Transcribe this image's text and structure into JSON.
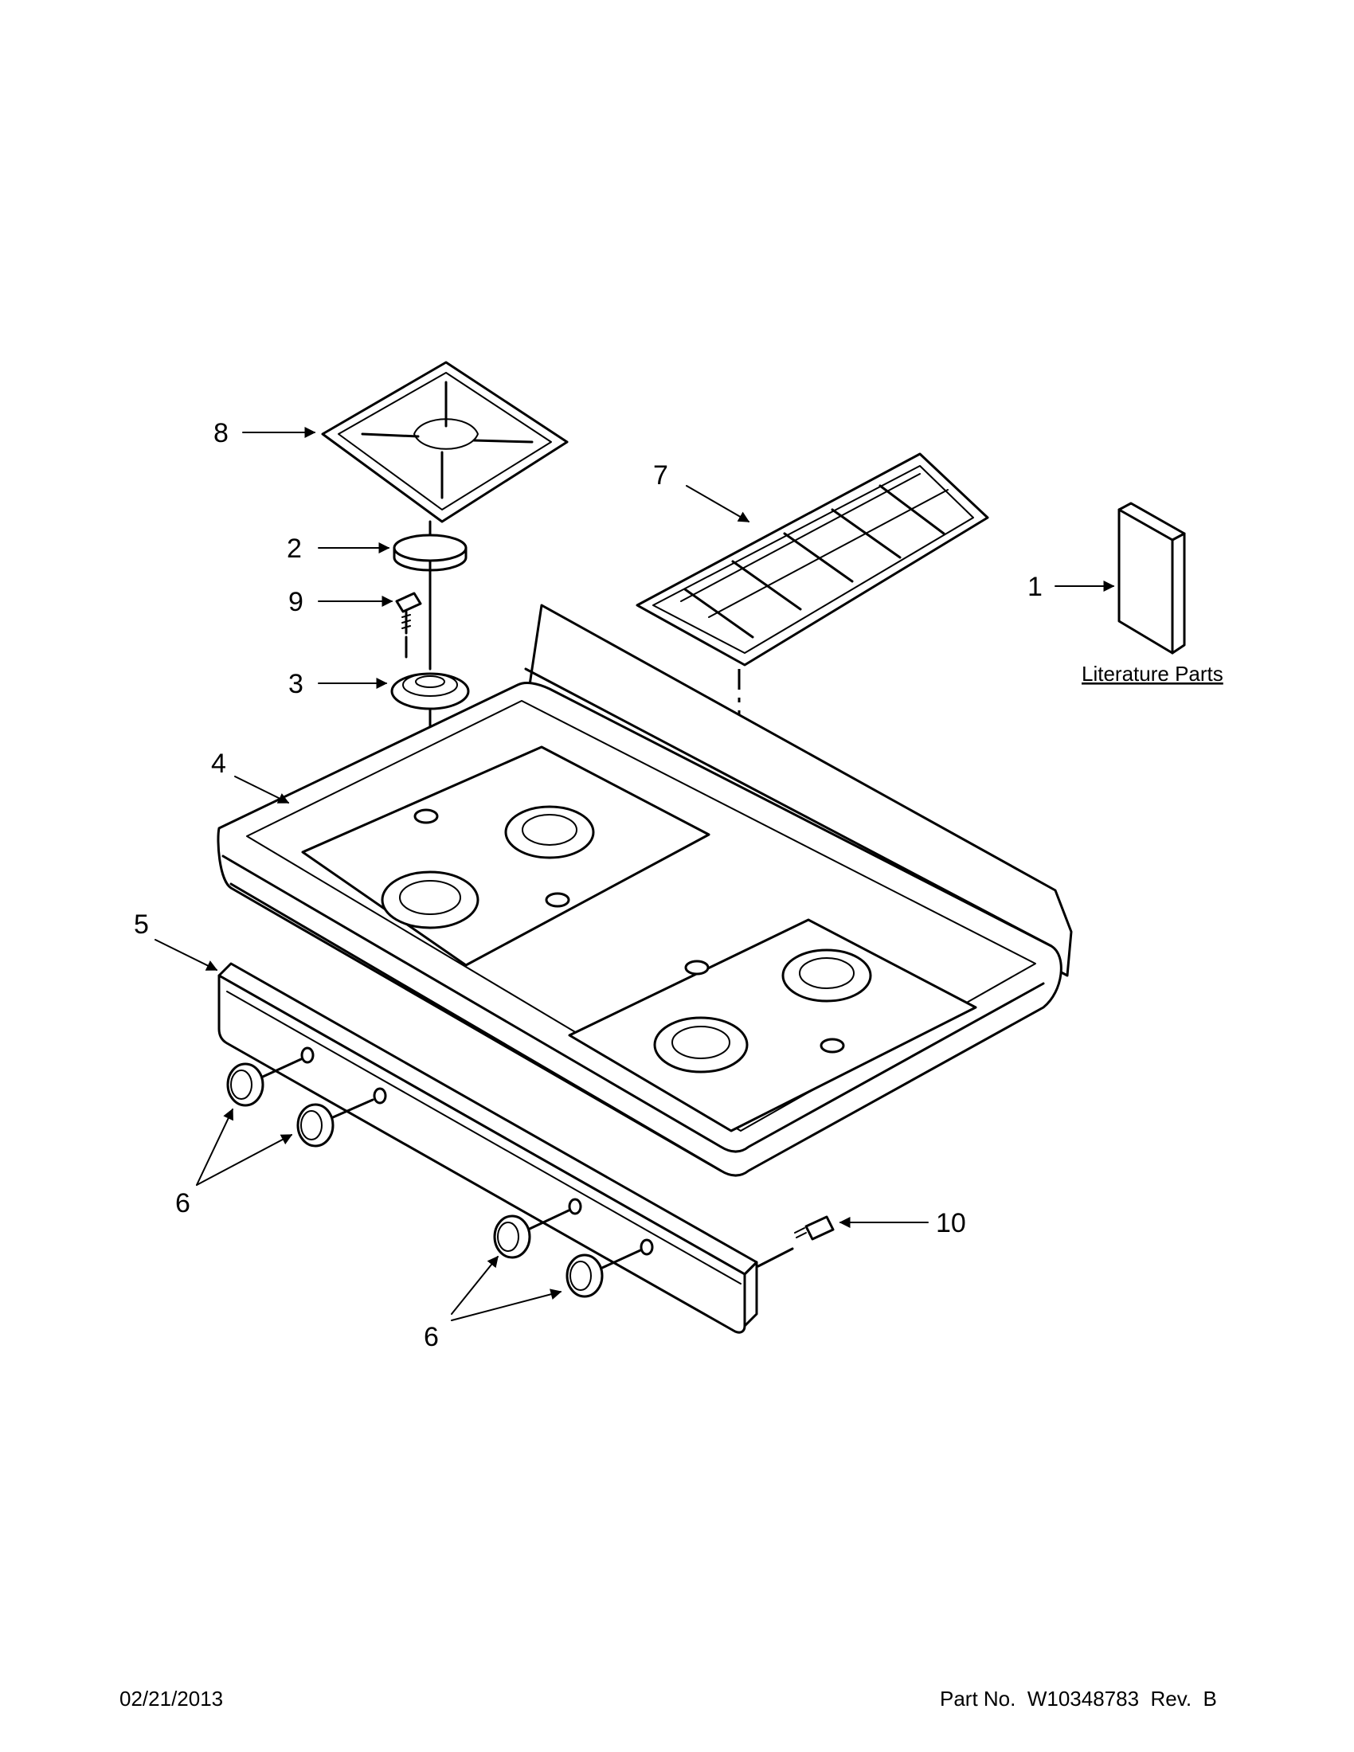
{
  "diagram": {
    "callouts": {
      "c1": "1",
      "c2": "2",
      "c3": "3",
      "c4": "4",
      "c5": "5",
      "c6a": "6",
      "c6b": "6",
      "c7": "7",
      "c8": "8",
      "c9": "9",
      "c10": "10"
    },
    "literature_label": "Literature Parts"
  },
  "footer": {
    "date": "02/21/2013",
    "part_no_label": "Part No.",
    "part_no": "W10348783",
    "rev_label": "Rev.",
    "rev": "B"
  }
}
